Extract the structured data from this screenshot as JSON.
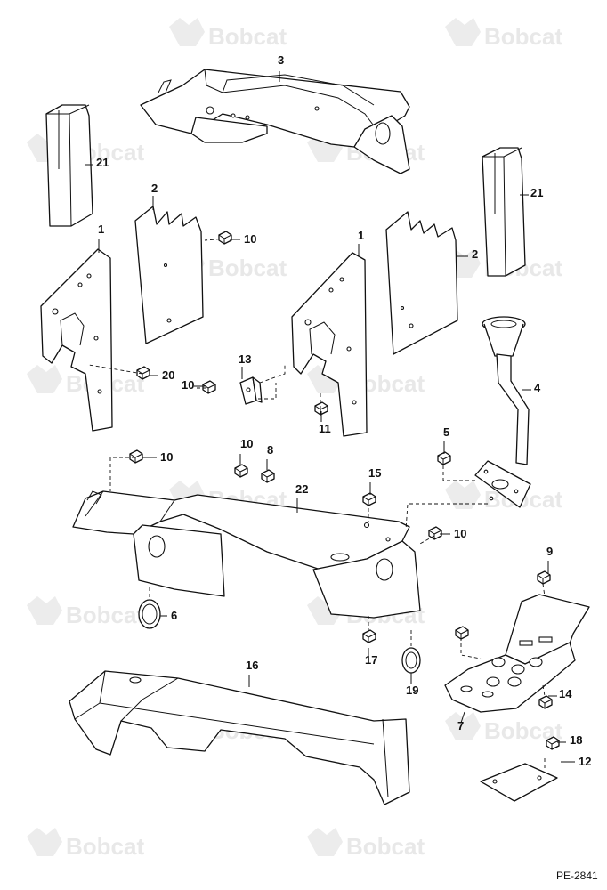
{
  "diagram": {
    "code": "PE-2841",
    "watermark_text": "Bobcat",
    "callouts": [
      "3",
      "21",
      "21",
      "2",
      "2",
      "1",
      "1",
      "10",
      "20",
      "13",
      "10",
      "11",
      "4",
      "5",
      "10",
      "8",
      "15",
      "22",
      "10",
      "9",
      "6",
      "10",
      "17",
      "19",
      "14",
      "16",
      "7",
      "18",
      "12"
    ]
  }
}
